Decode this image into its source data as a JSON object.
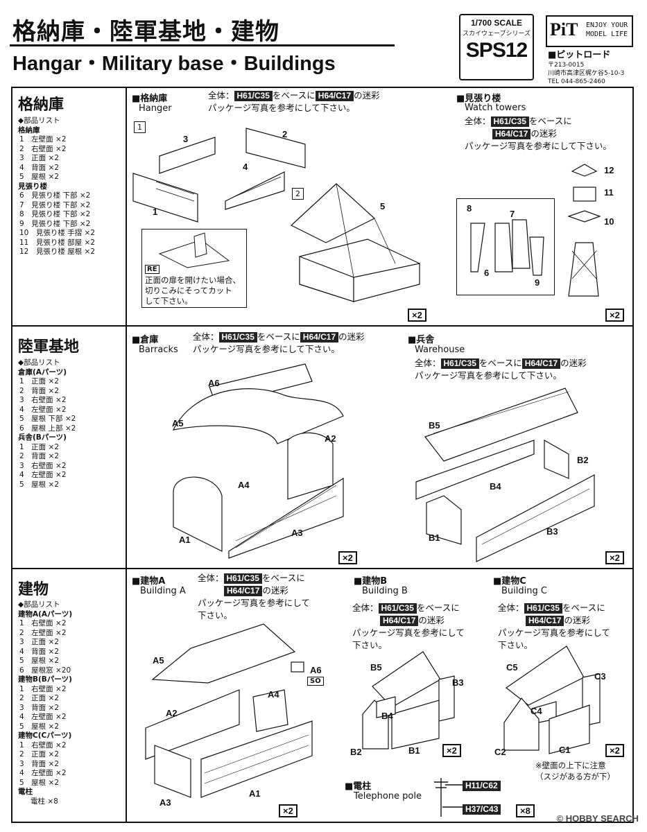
{
  "header": {
    "title_jp": "格納庫・陸軍基地・建物",
    "title_en": "Hangar・Military base・Buildings",
    "scale": "1/700 SCALE",
    "series_jp": "スカイウェーブシリーズ",
    "code": "SPS12",
    "logo_mark": "PiT",
    "logo_tag_1": "ENJOY YOUR",
    "logo_tag_2": "MODEL LIFE",
    "company": "■ピットロード",
    "postal": "〒213-0015",
    "address": "川崎市高津区梶ケ谷5-10-3",
    "tel": "TEL 044-865-2460"
  },
  "paint": {
    "base_a": "H61/C35",
    "base_b": "H64/C17",
    "base_text": "をベースに",
    "camo": "の迷彩",
    "ref": "パッケージ写真を参考にして下さい。",
    "ref_l1": "パッケージ写真を参考にして",
    "ref_l2": "下さい。",
    "all": "全体："
  },
  "sec1": {
    "title": "格納庫",
    "list_header": "◆部品リスト",
    "groups": [
      {
        "name": "格納庫",
        "items": [
          "1　左壁面 ×2",
          "2　右壁面 ×2",
          "3　正面 ×2",
          "4　背面 ×2",
          "5　屋根 ×2"
        ]
      },
      {
        "name": "見張り楼",
        "items": [
          "6　見張り楼 下部 ×2",
          "7　見張り楼 下部 ×2",
          "8　見張り楼 下部 ×2",
          "9　見張り楼 下部 ×2",
          "10　見張り楼 手摺 ×2",
          "11　見張り楼 部屋 ×2",
          "12　見張り楼 屋根 ×2"
        ]
      }
    ],
    "hangar_jp": "■格納庫",
    "hangar_en": "Hanger",
    "tower_jp": "■見張り楼",
    "tower_en": "Watch towers",
    "step1": "1",
    "step2": "2",
    "re_tag": "RE",
    "re_1": "正面の扉を開けたい場合、",
    "re_2": "切りこみにそってカット",
    "re_3": "して下さい。",
    "mult": "×2",
    "labels": [
      "1",
      "2",
      "3",
      "4",
      "5",
      "6",
      "7",
      "8",
      "9",
      "10",
      "11",
      "12"
    ]
  },
  "sec2": {
    "title": "陸軍基地",
    "list_header": "◆部品リスト",
    "groups": [
      {
        "name": "倉庫(Aパーツ)",
        "items": [
          "1　正面 ×2",
          "2　背面 ×2",
          "3　右壁面 ×2",
          "4　左壁面 ×2",
          "5　屋根 下部 ×2",
          "6　屋根 上部 ×2"
        ]
      },
      {
        "name": "兵舎(Bパーツ)",
        "items": [
          "1　正面 ×2",
          "2　背面 ×2",
          "3　右壁面 ×2",
          "4　左壁面 ×2",
          "5　屋根 ×2"
        ]
      }
    ],
    "barracks_jp": "■倉庫",
    "barracks_en": "Barracks",
    "warehouse_jp": "■兵舎",
    "warehouse_en": "Warehouse",
    "mult": "×2",
    "labels": [
      "A6",
      "A5",
      "A2",
      "A4",
      "A1",
      "A3",
      "B5",
      "B2",
      "B4",
      "B1",
      "B3"
    ]
  },
  "sec3": {
    "title": "建物",
    "list_header": "◆部品リスト",
    "groups": [
      {
        "name": "建物A(Aパーツ)",
        "items": [
          "1　右壁面 ×2",
          "2　左壁面 ×2",
          "3　正面 ×2",
          "4　背面 ×2",
          "5　屋根 ×2",
          "6　屋根窓 ×20"
        ]
      },
      {
        "name": "建物B(Bパーツ)",
        "items": [
          "1　右壁面 ×2",
          "2　正面 ×2",
          "3　背面 ×2",
          "4　左壁面 ×2",
          "5　屋根 ×2"
        ]
      },
      {
        "name": "建物C(Cパーツ)",
        "items": [
          "1　右壁面 ×2",
          "2　正面 ×2",
          "3　背面 ×2",
          "4　左壁面 ×2",
          "5　屋根 ×2"
        ]
      },
      {
        "name": "電柱",
        "items": [
          "電柱 ×8"
        ]
      }
    ],
    "a_jp": "■建物A",
    "a_en": "Building A",
    "b_jp": "■建物B",
    "b_en": "Building B",
    "c_jp": "■建物C",
    "c_en": "Building C",
    "pole_jp": "■電柱",
    "pole_en": "Telephone pole",
    "pole_code_1": "H11/C62",
    "pole_code_2": "H37/C43",
    "note_1": "※壁面の上下に注意",
    "note_2": "（スジがある方が下）",
    "so": "SO",
    "mult": "×2",
    "mult8": "×8",
    "labels": [
      "A5",
      "A6",
      "A2",
      "A4",
      "A3",
      "A1",
      "B5",
      "B3",
      "B4",
      "B2",
      "B1",
      "C5",
      "C3",
      "C4",
      "C2",
      "C1"
    ]
  },
  "watermark": "© HOBBY SEARCH"
}
